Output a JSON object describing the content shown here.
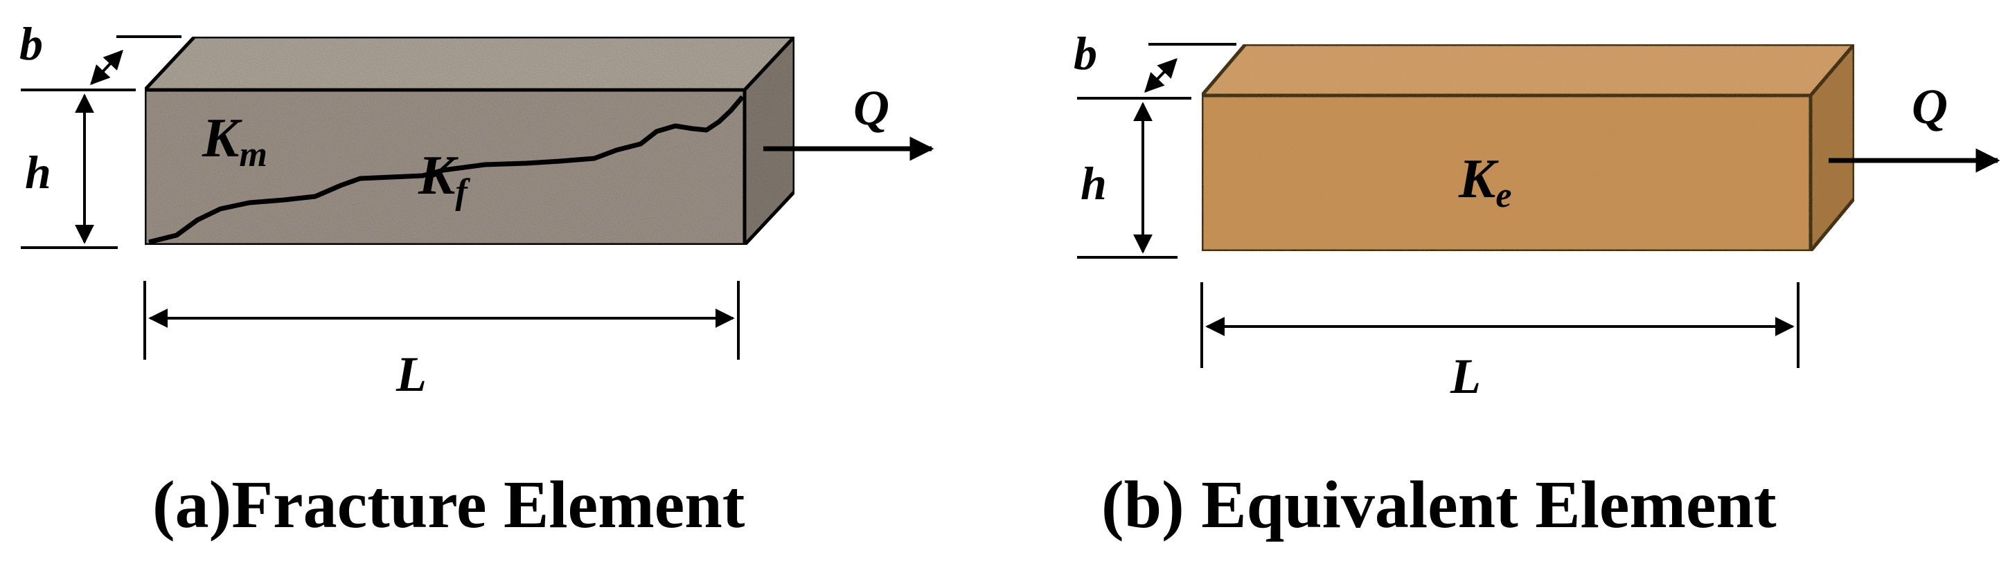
{
  "panel_a": {
    "caption": "(a)Fracture Element",
    "labels": {
      "b": "b",
      "h": "h",
      "L": "L",
      "Q": "Q"
    },
    "matrix_permeability": {
      "symbol": "K",
      "subscript": "m"
    },
    "fracture_permeability": {
      "symbol": "K",
      "subscript": "f"
    }
  },
  "panel_b": {
    "caption": "(b) Equivalent Element",
    "labels": {
      "b": "b",
      "h": "h",
      "L": "L",
      "Q": "Q"
    },
    "equivalent_permeability": {
      "symbol": "K",
      "subscript": "e"
    }
  },
  "colors": {
    "fracture_block": "#a59a8f",
    "fracture_block_top": "#b8ada1",
    "fracture_block_side": "#8a8076",
    "equivalent_block": "#c9935a",
    "equivalent_block_top": "#d4a06c",
    "equivalent_block_side": "#a57443",
    "stroke": "#000000"
  }
}
